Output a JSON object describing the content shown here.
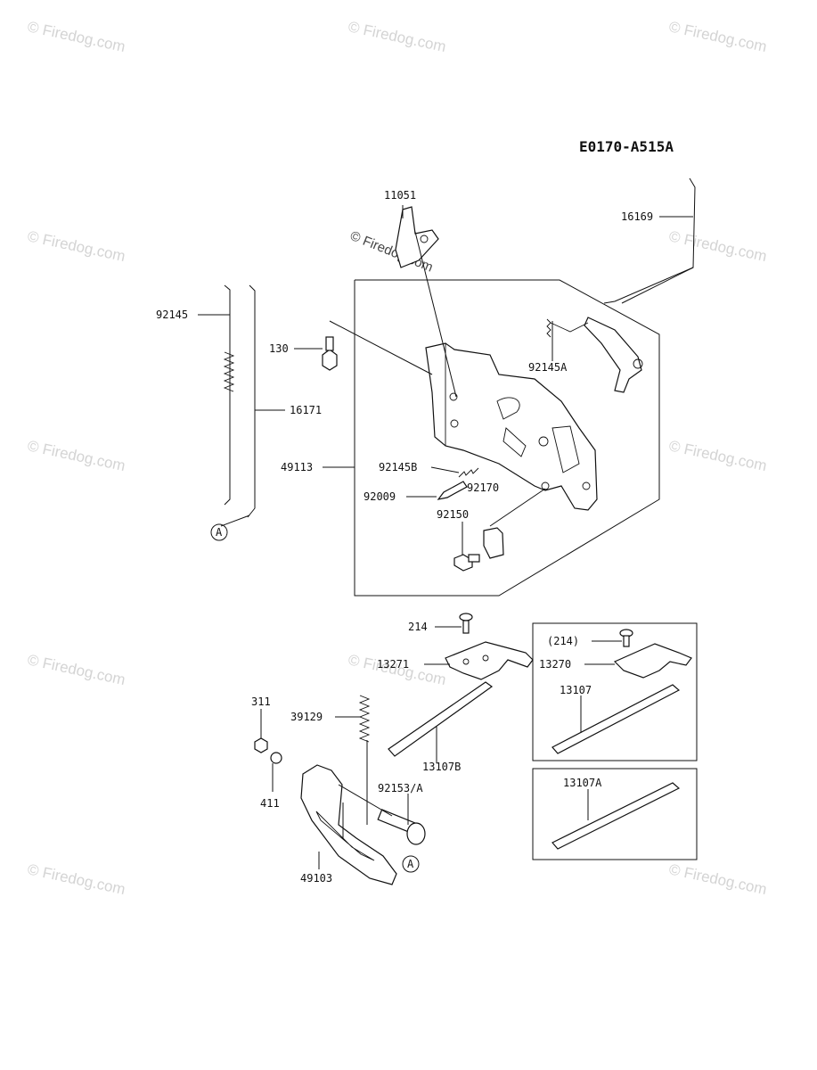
{
  "diagram_code": "E0170-A515A",
  "watermark_text": "© Firedog.com",
  "callouts": {
    "p11051": "11051",
    "p16169": "16169",
    "p92145": "92145",
    "p130": "130",
    "p92145A": "92145A",
    "p16171": "16171",
    "p49113": "49113",
    "p92145B": "92145B",
    "p92009": "92009",
    "p92170": "92170",
    "p92150": "92150",
    "pA1": "A",
    "p214": "214",
    "p13271": "13271",
    "p214b": "(214)",
    "p13270": "13270",
    "p13107": "13107",
    "p311": "311",
    "p39129": "39129",
    "p13107B": "13107B",
    "p411": "411",
    "p92153A": "92153/A",
    "p13107A": "13107A",
    "p49103": "49103",
    "pA2": "A"
  }
}
